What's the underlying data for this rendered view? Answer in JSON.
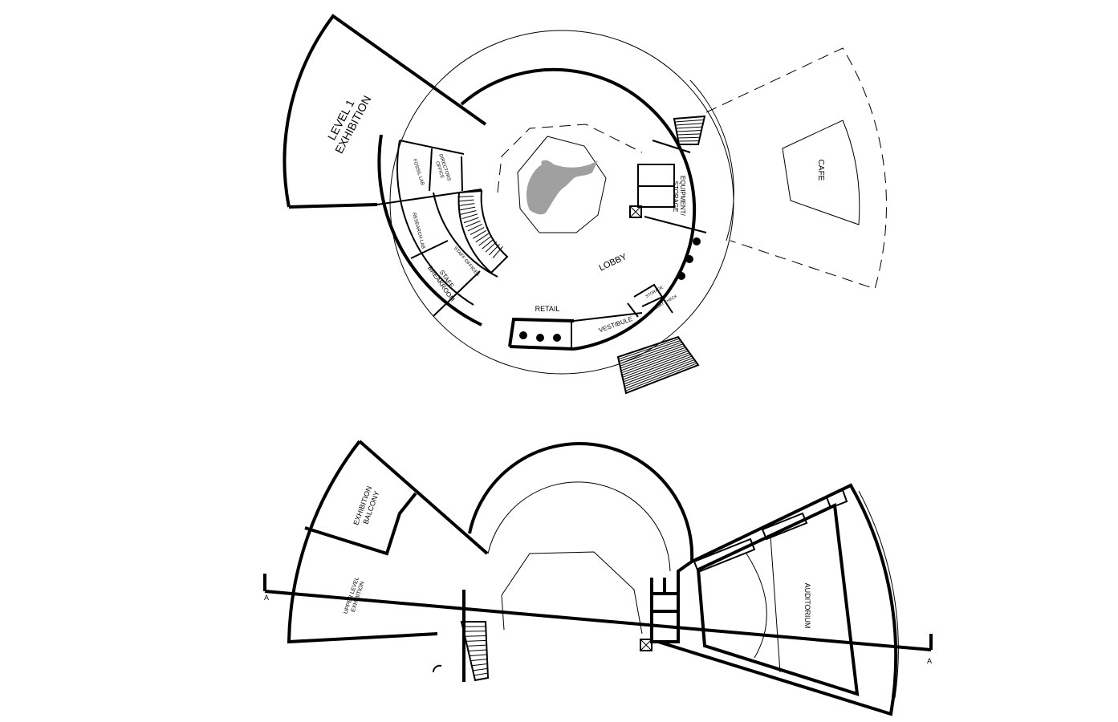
{
  "level1": {
    "exhibition": [
      "LEVEL 1",
      "EXHIBITION"
    ],
    "fossil_lab": "FOSSIL LAB",
    "directors_office": [
      "DIRECTORS",
      "OFFICE"
    ],
    "research_lab": "RESEARCH LAB",
    "staff_offices": "STAFF OFFICES",
    "staff_breakroom": [
      "STAFF",
      "BREAKROOM"
    ],
    "equipment_storage": [
      "EQUIPMENT/",
      "STORAGE"
    ],
    "lobby": "LOBBY",
    "retail": "RETAIL",
    "vestibule": "VESTIBULE",
    "storage": "STORAGE",
    "coat_check": "COAT CHECK",
    "cafe": "CAFE",
    "sculpture_color": "#a0a0a0"
  },
  "level2": {
    "exhibition_balcony": [
      "EXHIBITION",
      "BALCONY"
    ],
    "upper_exhibition": [
      "UPPER LEVEL",
      "EXHIBITION"
    ],
    "auditorium": "AUDITORIUM",
    "section_left": "A",
    "section_right": "A"
  }
}
